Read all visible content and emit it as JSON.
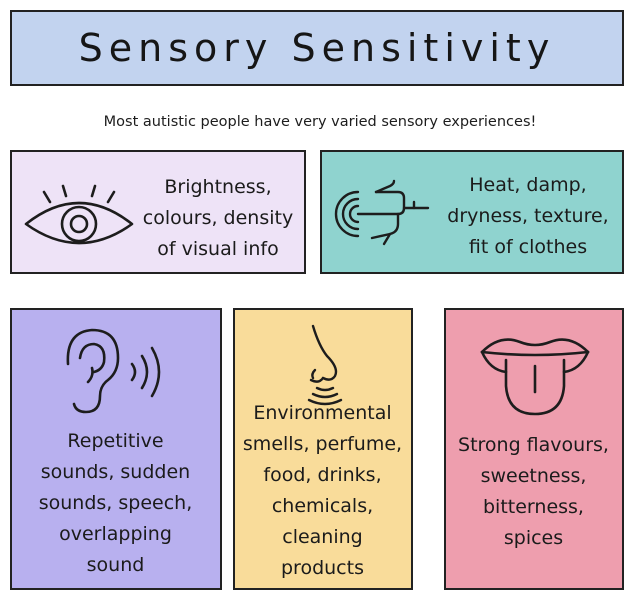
{
  "title": "Sensory Sensitivity",
  "subtitle": "Most autistic people have very varied sensory experiences!",
  "cards": [
    {
      "id": "sight",
      "icon": "eye-icon",
      "color": "#eee3f7",
      "lines": [
        "Brightness,",
        "colours, density",
        "of visual info"
      ]
    },
    {
      "id": "touch",
      "icon": "hand-touch-icon",
      "color": "#8fd3cf",
      "lines": [
        "Heat, damp,",
        "dryness, texture,",
        "fit of clothes"
      ]
    },
    {
      "id": "hearing",
      "icon": "ear-icon",
      "color": "#b8b0ef",
      "lines": [
        "Repetitive",
        "sounds, sudden",
        "sounds, speech,",
        "overlapping",
        "sound"
      ]
    },
    {
      "id": "smell",
      "icon": "nose-icon",
      "color": "#f9dc9a",
      "lines": [
        "Environmental",
        "smells, perfume,",
        "food, drinks,",
        "chemicals,",
        "cleaning",
        "products"
      ]
    },
    {
      "id": "taste",
      "icon": "tongue-icon",
      "color": "#ee9eae",
      "lines": [
        "Strong flavours,",
        "sweetness,",
        "bitterness,",
        "spices"
      ]
    }
  ]
}
